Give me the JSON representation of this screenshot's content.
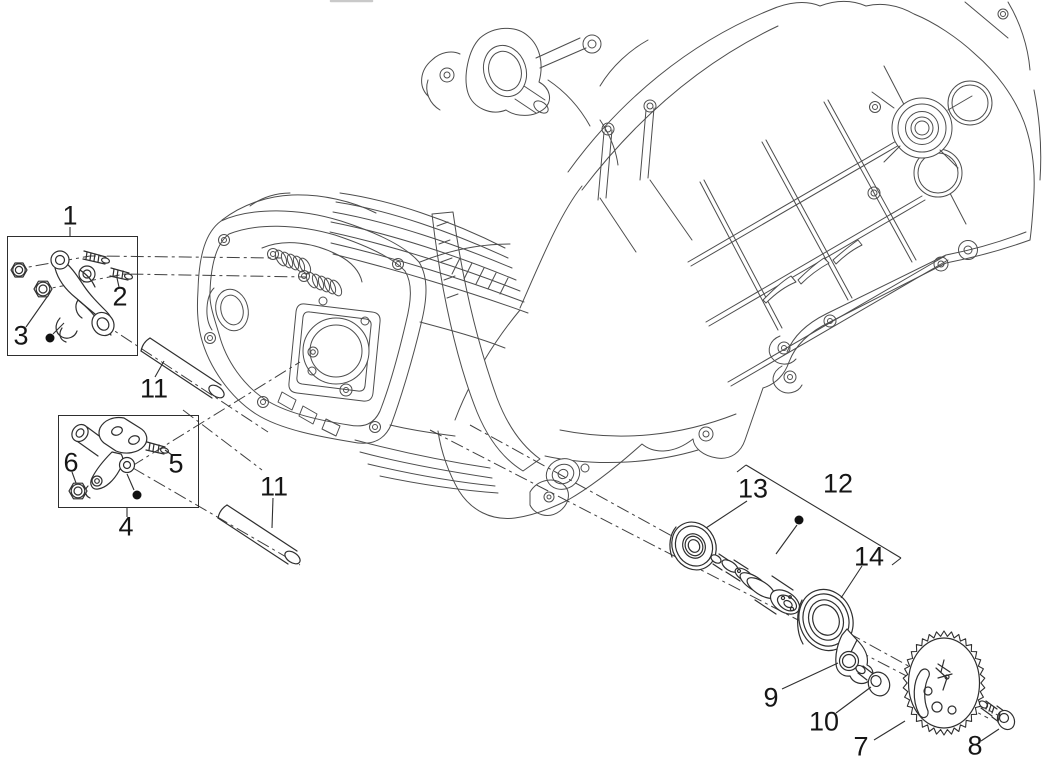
{
  "diagram": {
    "kind": "exploded-parts-diagram",
    "background": "#ffffff",
    "engine_line_color": "#4d4d4d",
    "part_line_color": "#2f2f2f",
    "label_color": "#161616",
    "callouts": [
      {
        "id": "c1",
        "text": "1"
      },
      {
        "id": "c2",
        "text": "2"
      },
      {
        "id": "c3",
        "text": "3"
      },
      {
        "id": "c11a",
        "text": "11"
      },
      {
        "id": "c6",
        "text": "6"
      },
      {
        "id": "c4",
        "text": "4"
      },
      {
        "id": "c5",
        "text": "5"
      },
      {
        "id": "c11b",
        "text": "11"
      },
      {
        "id": "c13",
        "text": "13"
      },
      {
        "id": "c12",
        "text": "12"
      },
      {
        "id": "c14",
        "text": "14"
      },
      {
        "id": "c9",
        "text": "9"
      },
      {
        "id": "c10",
        "text": "10"
      },
      {
        "id": "c7",
        "text": "7"
      },
      {
        "id": "c8",
        "text": "8"
      }
    ]
  }
}
